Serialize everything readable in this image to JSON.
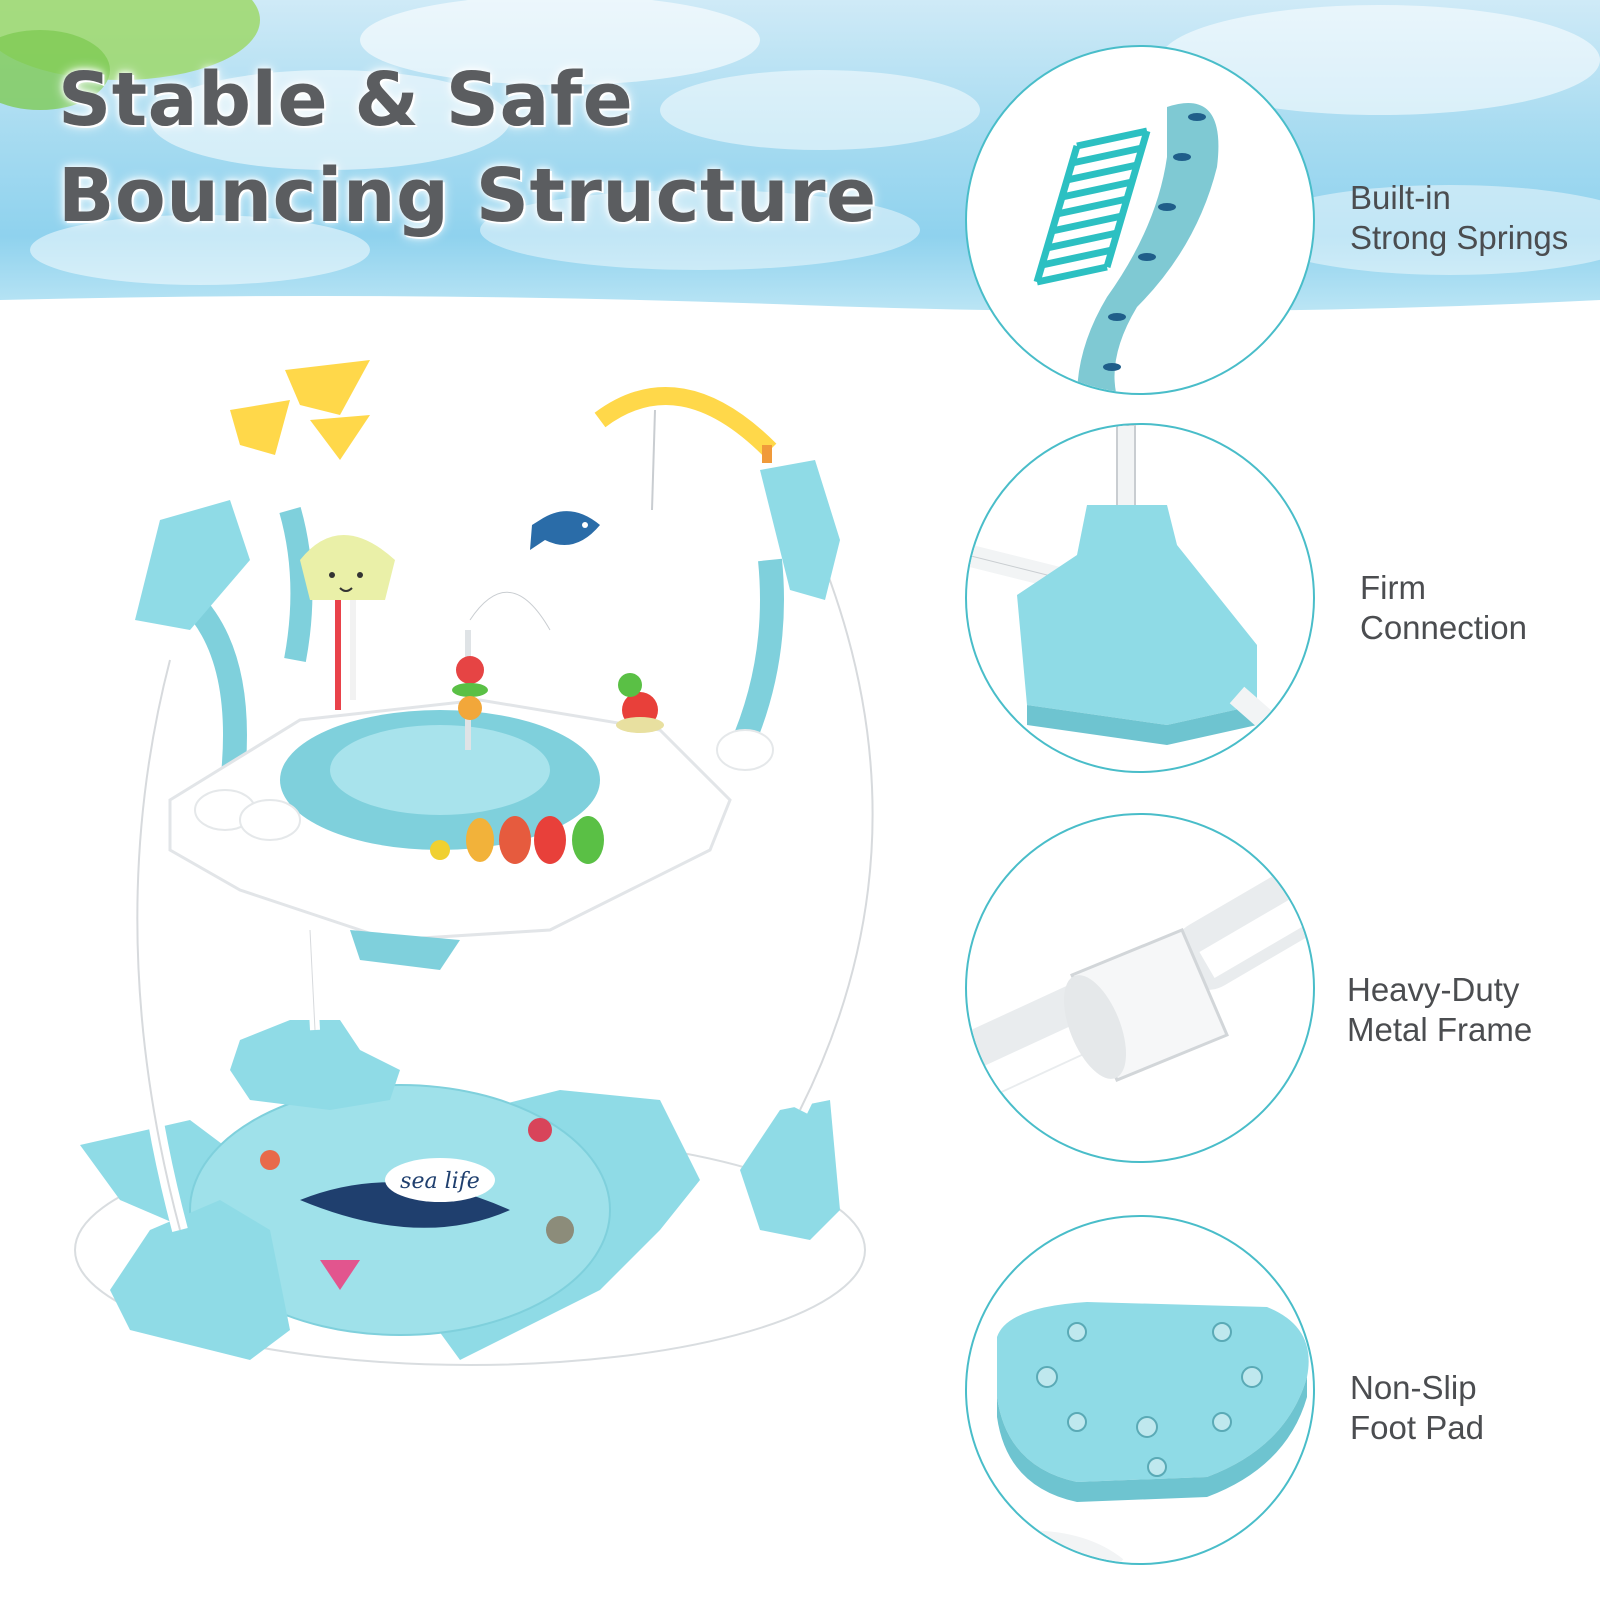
{
  "headline": {
    "line1": "Stable & Safe",
    "line2": "Bouncing Structure"
  },
  "features": [
    {
      "line1": "Built-in",
      "line2": "Strong Springs",
      "icon": "spring-icon"
    },
    {
      "line1": "Firm",
      "line2": "Connection",
      "icon": "connector-icon"
    },
    {
      "line1": "Heavy-Duty",
      "line2": "Metal Frame",
      "icon": "tube-icon"
    },
    {
      "line1": "Non-Slip",
      "line2": "Foot Pad",
      "icon": "foot-pad-icon"
    }
  ],
  "mat_text": "sea life",
  "colors": {
    "accent": "#49bdc9",
    "aqua": "#8fdbe6",
    "yellow": "#ffd84a",
    "text": "#5b5d60"
  }
}
